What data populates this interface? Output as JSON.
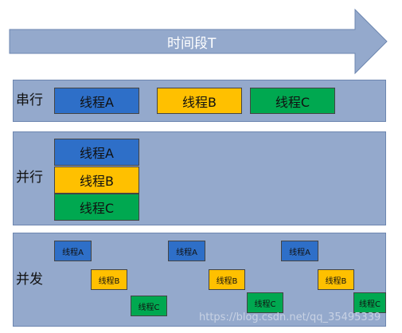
{
  "arrow": {
    "label": "时间段T",
    "color": "#94a9cc"
  },
  "serial": {
    "label": "串行",
    "threads": [
      "线程A",
      "线程B",
      "线程C"
    ]
  },
  "parallel": {
    "label": "并行",
    "threads": [
      "线程A",
      "线程B",
      "线程C"
    ]
  },
  "concurrent": {
    "label": "并发",
    "groups": [
      {
        "a": "线程A",
        "b": "线程B",
        "c": "线程C"
      },
      {
        "a": "线程A",
        "b": "线程B",
        "c": "线程C"
      },
      {
        "a": "线程A",
        "b": "线程B",
        "c": "线程C"
      }
    ]
  },
  "colors": {
    "thread_a": "#2e6fc8",
    "thread_b": "#ffc000",
    "thread_c": "#00a850",
    "panel": "#94a9cc"
  },
  "watermark": "https://blog.csdn.net/qq_35495339"
}
